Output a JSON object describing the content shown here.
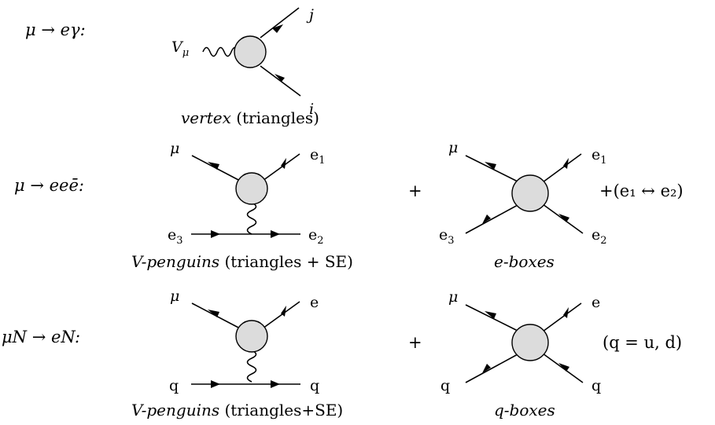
{
  "rows": {
    "mu_egamma": {
      "label": "μ → eγ:",
      "boson": "V",
      "boson_sub": "μ",
      "leg_top": "j",
      "leg_bottom": "i",
      "caption_italic": "vertex",
      "caption_rest": " (triangles)"
    },
    "mu_eee": {
      "label": "μ → eeē:",
      "penguin": {
        "top_left": "μ",
        "top_right": "e",
        "top_right_sub": "1",
        "bottom_left": "e",
        "bottom_left_sub": "3",
        "bottom_right": "e",
        "bottom_right_sub": "2",
        "caption_italic": "V-penguins",
        "caption_rest": " (triangles + SE)"
      },
      "plus": "+",
      "box": {
        "top_left": "μ",
        "top_right": "e",
        "top_right_sub": "1",
        "bottom_left": "e",
        "bottom_left_sub": "3",
        "bottom_right": "e",
        "bottom_right_sub": "2",
        "caption": "e-boxes"
      },
      "suffix": "+(e₁ ↔ e₂)"
    },
    "mu_N_eN": {
      "label": "μN → eN:",
      "penguin": {
        "top_left": "μ",
        "top_right": "e",
        "bottom_left": "q",
        "bottom_right": "q",
        "caption_italic": "V-penguins",
        "caption_rest": " (triangles+SE)"
      },
      "plus": "+",
      "box": {
        "top_left": "μ",
        "top_right": "e",
        "bottom_left": "q",
        "bottom_right": "q",
        "caption": "q-boxes"
      },
      "suffix": "(q = u, d)"
    }
  }
}
